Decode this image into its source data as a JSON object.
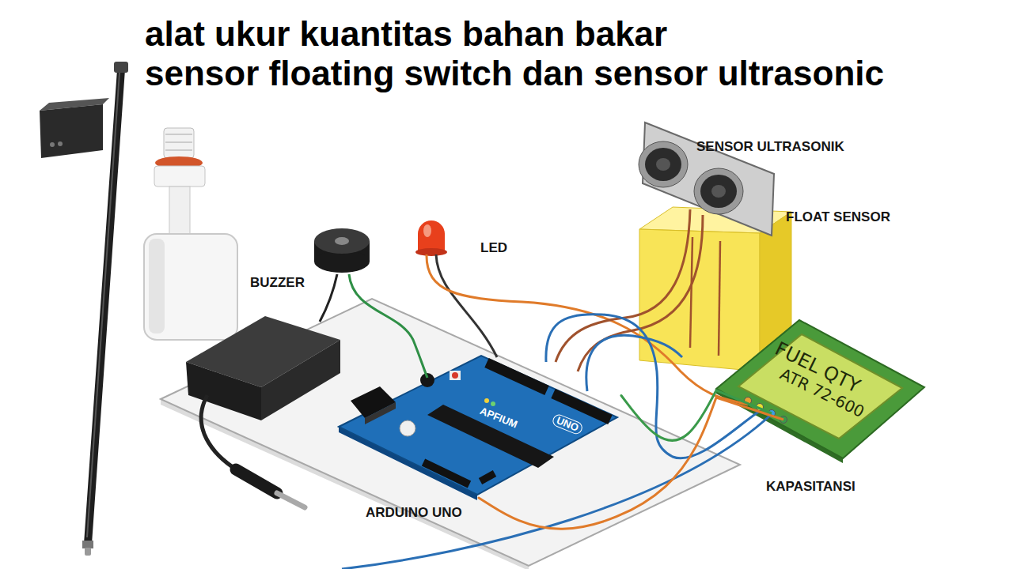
{
  "diagram": {
    "title": "alat ukur kuantitas bahan bakar sensor floating switch dan sensor ultrasonic",
    "nodes": [
      {
        "text": [
          "APFIUM",
          "UNO"
        ]
      },
      {
        "text": [
          "FUEL QTY",
          "ATR 72-600"
        ]
      }
    ],
    "edges": [
      {
        "from": 0,
        "to": 1,
        "arrow": "none"
      },
      {
        "from": 0,
        "to": 1,
        "arrow": "none"
      }
    ],
    "labels": [
      "SENSOR ULTRASONIK",
      "FLOAT SENSOR",
      "LED",
      "BUZZER",
      "KAPASITANSI",
      "ARDUINO UNO"
    ]
  }
}
